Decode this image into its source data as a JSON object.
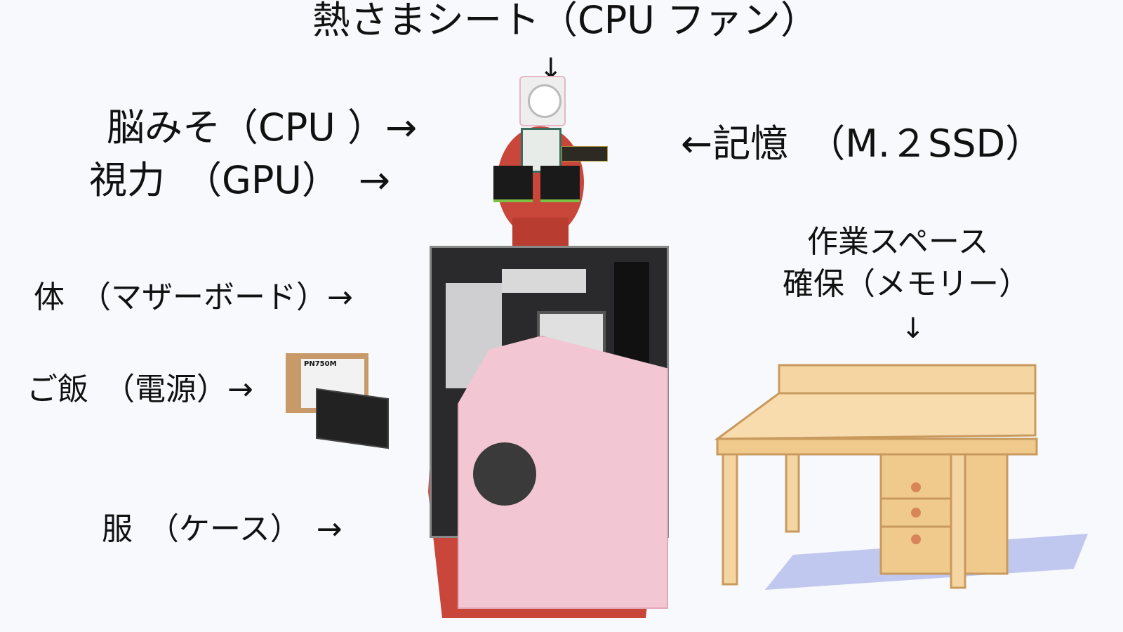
{
  "labels": {
    "cooler": "熱さまシート（CPU ファン）",
    "cooler_arrow": "↓",
    "cpu": "脳みそ（CPU ）→",
    "gpu": "視力　（GPU）　→",
    "ssd": "←記憶　（M.２SSD）",
    "memory_line1": "作業スペース",
    "memory_line2": "確保（メモリー）",
    "memory_arrow": "↓",
    "motherboard": "体　（マザーボード）→",
    "psu": "ご飯　（電源）→",
    "case": "服　（ケース）　→"
  },
  "psu_box_text": "PN750M",
  "colors": {
    "background": "#f7f9fd",
    "body": "#c8463a",
    "case": "#f2c6d2",
    "motherboard": "#2a2a2c",
    "desk": "#f5d6a2",
    "desk_edge": "#c99a5e"
  }
}
